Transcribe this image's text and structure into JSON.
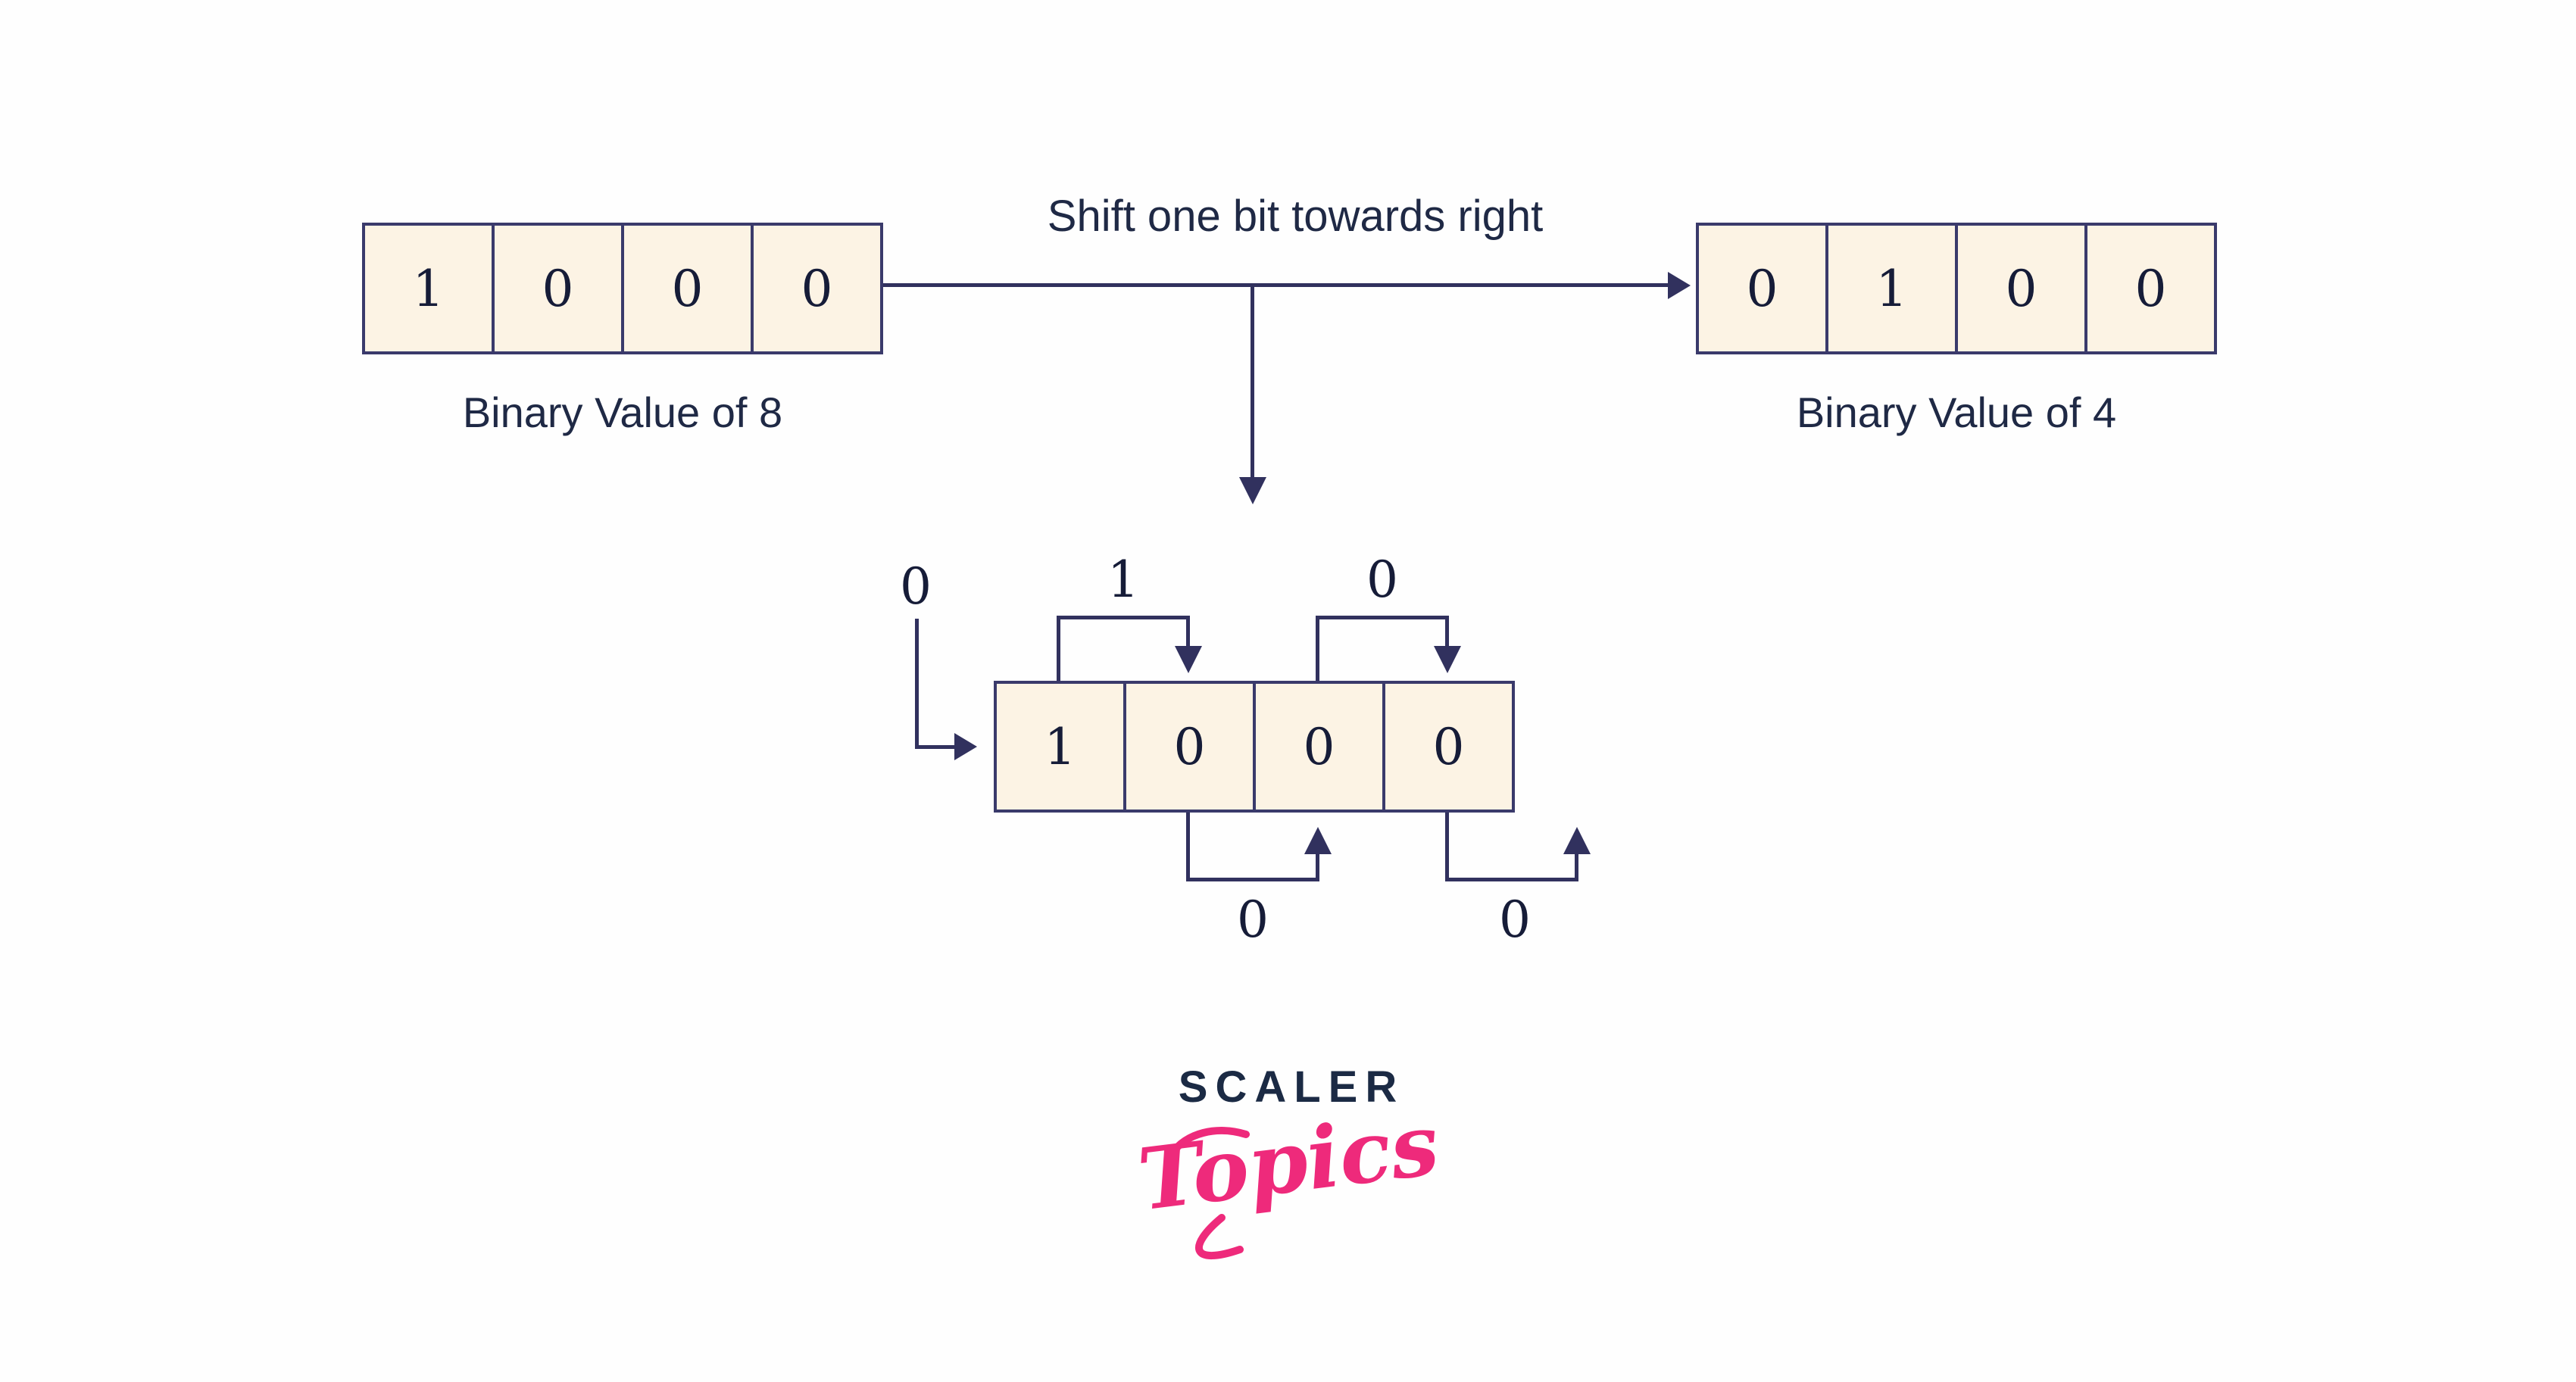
{
  "title": "Shift one bit towards right",
  "left_register": {
    "label": "Binary Value of 8",
    "bits": [
      "1",
      "0",
      "0",
      "0"
    ]
  },
  "right_register": {
    "label": "Binary Value of 4",
    "bits": [
      "0",
      "1",
      "0",
      "0"
    ]
  },
  "shift_detail": {
    "incoming_bit": "0",
    "bits": [
      "1",
      "0",
      "0",
      "0"
    ],
    "top_move_bits": [
      "1",
      "0"
    ],
    "bottom_move_bits": [
      "0",
      "0"
    ]
  },
  "logo": {
    "brand": "SCALER",
    "product": "Topics"
  },
  "colors": {
    "background": "#FEFEFE",
    "cell_fill": "#FCF3E4",
    "cell_border": "#3A3A6B",
    "line": "#31315E",
    "digit": "#161C38",
    "text": "#1F2945",
    "logo_navy": "#1B2A44",
    "logo_pink": "#EE2A7B"
  }
}
